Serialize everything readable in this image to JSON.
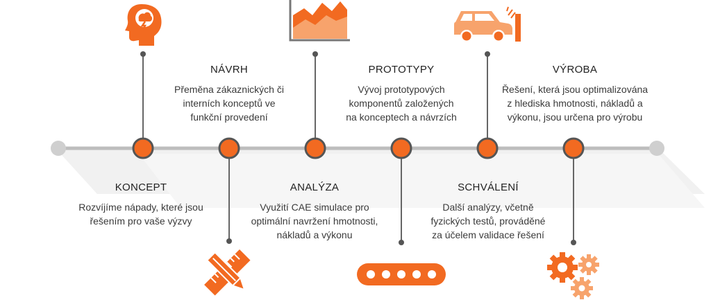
{
  "colors": {
    "accent": "#f26a21",
    "accent_light": "#f7a36c",
    "line": "#bdbdbd",
    "end_dot": "#cfcfcf",
    "shadow": "#eeeeee"
  },
  "stages": [
    {
      "title": "KONCEPT",
      "desc": [
        "Rozvíjíme nápady, které jsou",
        "řešením pro vaše výzvy"
      ],
      "icon": "brain-head-icon"
    },
    {
      "title": "NÁVRH",
      "desc": [
        "Přeměna zákaznických či",
        "interních konceptů ve",
        "funkční provedení"
      ],
      "icon": "pencil-ruler-icon"
    },
    {
      "title": "ANALÝZA",
      "desc": [
        "Využití CAE simulace pro",
        "optimální navržení hmotnosti,",
        "nákladů a výkonu"
      ],
      "icon": "area-chart-icon"
    },
    {
      "title": "PROTOTYPY",
      "desc": [
        "Vývoj prototypových",
        "komponentů založených",
        "na konceptech a návrzích"
      ],
      "icon": "component-bar-icon"
    },
    {
      "title": "SCHVÁLENÍ",
      "desc": [
        "Další analýzy, včetně",
        "fyzických testů, prováděné",
        "za účelem validace řešení"
      ],
      "icon": "car-crash-test-icon"
    },
    {
      "title": "VÝROBA",
      "desc": [
        "Řešení, která jsou optimalizována",
        "z hlediska hmotnosti, nákladů a",
        "výkonu, jsou určena pro výrobu"
      ],
      "icon": "gears-icon"
    }
  ]
}
